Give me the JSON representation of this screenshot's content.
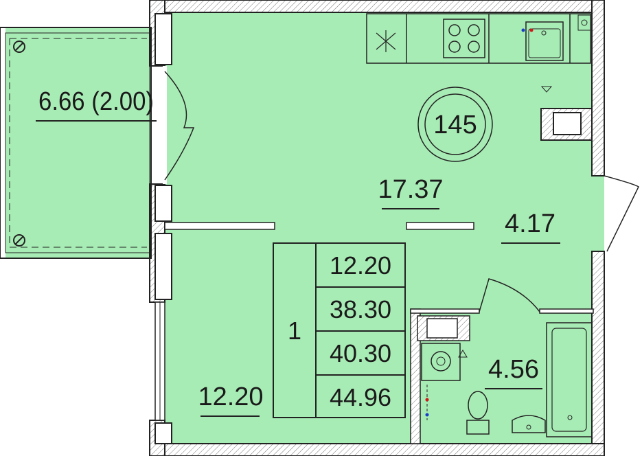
{
  "plan": {
    "apartment_number": "145",
    "rooms": {
      "balcony_area": "6.66 (2.00)",
      "kitchen_area": "17.37",
      "hall_area": "4.17",
      "room_area": "12.20",
      "bathroom_area": "4.56"
    },
    "summary": {
      "room_count": "1",
      "living_area": "12.20",
      "total_area": "38.30",
      "area_with_balcony": "40.30",
      "full_area": "44.96"
    },
    "colors": {
      "fill": "#a8ecb5",
      "wall": "#ffffff",
      "stroke": "#222222"
    }
  }
}
